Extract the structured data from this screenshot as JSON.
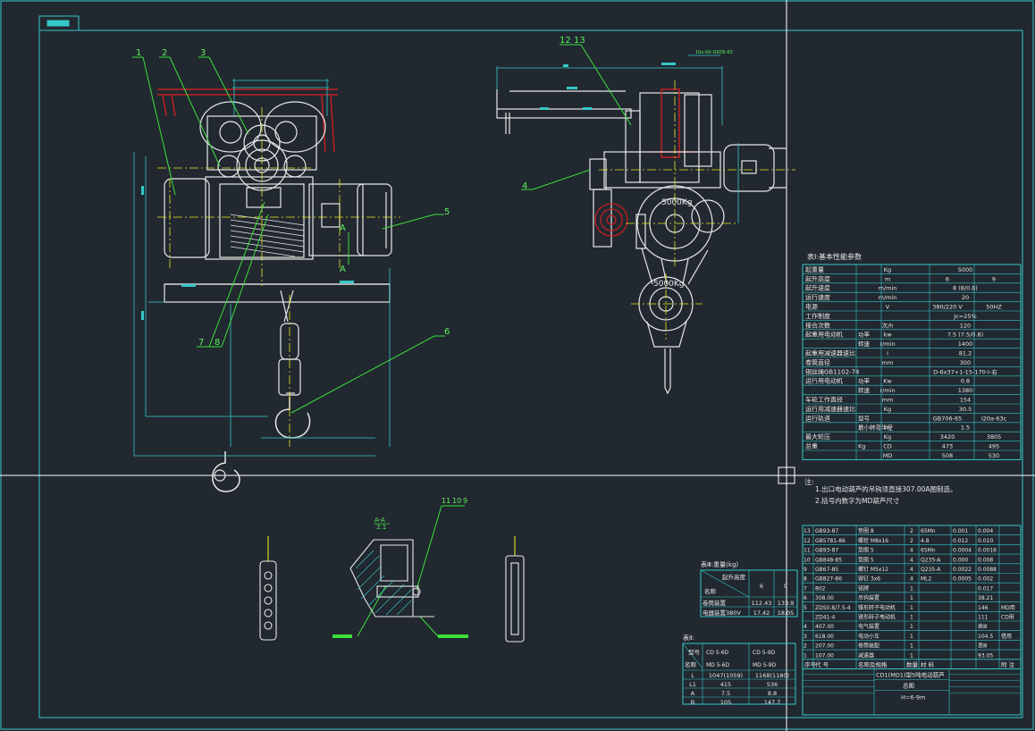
{
  "colors": {
    "background": "#212830",
    "frame": "#35c8c8",
    "geometry": "#e8e8e8",
    "leader": "#3ce03c",
    "centerline": "#e8e820",
    "rail": "#c02020",
    "dimension": "#35c8c8",
    "cursor": "#ffffff"
  },
  "drawing": {
    "balloons": [
      "1",
      "2",
      "3",
      "4",
      "5",
      "6",
      "7",
      "8",
      "12",
      "13",
      "11",
      "10",
      "9"
    ],
    "section_label": "A",
    "section_title": "A-A",
    "section_scale": "2:1",
    "load_label_upper": "5000Kg",
    "load_label_lower": "5000Kg",
    "top_note": "10x-60-G6D6-60"
  },
  "table1": {
    "title": "表Ⅰ:基本性能参数",
    "rows": [
      [
        "起重量",
        "",
        "Kg",
        "5000",
        ""
      ],
      [
        "起升高度",
        "",
        "m",
        "6",
        "9"
      ],
      [
        "起升速度",
        "",
        "m/min",
        "8 (8/0.8)",
        ""
      ],
      [
        "运行速度",
        "",
        "m/min",
        "20",
        ""
      ],
      [
        "电源",
        "",
        "V",
        "380/220 V",
        "50HZ"
      ],
      [
        "工作制度",
        "",
        "",
        "Jc=25%",
        ""
      ],
      [
        "接合次数",
        "",
        "次/h",
        "120",
        ""
      ],
      [
        "起重用电动机",
        "功率",
        "kw",
        "7.5 (7.5/0.8)",
        ""
      ],
      [
        "",
        "转速",
        "r/min",
        "1400",
        ""
      ],
      [
        "起重用减速器速比",
        "",
        "i",
        "81.2",
        ""
      ],
      [
        "卷筒直径",
        "",
        "mm",
        "300",
        ""
      ],
      [
        "钢丝绳GB1102-74",
        "",
        "",
        "D-6x37+1-15-170-Ⅰ-右",
        ""
      ],
      [
        "运行用电动机",
        "功率",
        "Kw",
        "0.8",
        ""
      ],
      [
        "",
        "转速",
        "r/min",
        "1380",
        ""
      ],
      [
        "车轮工作直径",
        "",
        "mm",
        "154",
        ""
      ],
      [
        "运行用减速器速比",
        "",
        "Kg",
        "30.5",
        ""
      ],
      [
        "运行轨道",
        "型号",
        "",
        "GB706-65",
        "Ⅰ20a-63c"
      ],
      [
        "",
        "最小转弯半径",
        "m",
        "1.5",
        ""
      ],
      [
        "最大轮压",
        "",
        "Kg",
        "3420",
        "3805"
      ],
      [
        "总重",
        "Kg",
        "CD",
        "473",
        "495"
      ],
      [
        "",
        "",
        "MD",
        "508",
        "530"
      ]
    ]
  },
  "notes": {
    "title": "注:",
    "items": [
      "1.出口电动葫芦的吊钩须直接307.00A图制造。",
      "2.括号内数字为MD葫芦尺寸"
    ]
  },
  "parts_list": {
    "rows": [
      [
        "13",
        "GB93-87",
        "垫圈 8",
        "2",
        "65Mn",
        "0.001",
        "0.004",
        ""
      ],
      [
        "12",
        "GB5781-86",
        "螺栓 M8x16",
        "2",
        "4.8",
        "0.012",
        "0.010",
        ""
      ],
      [
        "11",
        "GB93-87",
        "垫圈 5",
        "4",
        "65Mn",
        "0.0004",
        "0.0016",
        ""
      ],
      [
        "10",
        "GB848-85",
        "垫圈 5",
        "4",
        "Q235-A",
        "0.000",
        "0.008",
        ""
      ],
      [
        "9",
        "GB67-85",
        "螺钉 M5x12",
        "4",
        "Q235-A",
        "0.0022",
        "0.0088",
        ""
      ],
      [
        "8",
        "GB827-86",
        "铆钉 3x6",
        "4",
        "ML2",
        "0.0005",
        "0.002",
        ""
      ],
      [
        "7",
        "802",
        "铭牌",
        "1",
        "",
        "",
        "0.017",
        ""
      ],
      [
        "6",
        "308.00",
        "吊钩装置",
        "1",
        "",
        "",
        "38.21",
        ""
      ],
      [
        "5",
        "ZDS0.8/7.5-4",
        "锥形转子电动机",
        "1",
        "",
        "",
        "146",
        "MD用"
      ],
      [
        "",
        "ZD41-4",
        "锥形转子电动机",
        "1",
        "",
        "",
        "111",
        "CD用"
      ],
      [
        "4",
        "407.00",
        "电气装置",
        "1",
        "",
        "",
        "表Ⅲ",
        ""
      ],
      [
        "3",
        "618.00",
        "电动小车",
        "1",
        "",
        "",
        "104.5",
        "借用"
      ],
      [
        "2",
        "207.00",
        "卷筒装配",
        "1",
        "",
        "",
        "表Ⅲ",
        ""
      ],
      [
        "1",
        "107.00",
        "减速器",
        "1",
        "",
        "",
        "93.05",
        ""
      ]
    ],
    "header": [
      "序号",
      "代  号",
      "名称及规格",
      "数量",
      "材 料",
      "",
      "",
      "附 注"
    ],
    "title_main": "CD1(MD1)型5吨电动葫芦",
    "title_sub": "总图",
    "title_height": "H=6-9m"
  },
  "table2": {
    "title": "表Ⅱ:",
    "header_row1": [
      "",
      "CD 5-6D",
      "CD 5-9D"
    ],
    "header_row2": [
      "名称",
      "MD 5-6D",
      "MD 5-9D"
    ],
    "rows": [
      [
        "L",
        "1047(1059)",
        "1168(1180)"
      ],
      [
        "L1",
        "415",
        "536"
      ],
      [
        "A",
        "7.5",
        "8.8"
      ],
      [
        "B",
        "105",
        "147.7"
      ]
    ],
    "corner": "型号"
  },
  "table3": {
    "title": "表Ⅲ:重量(kg)",
    "header": [
      "起升高度",
      "6",
      "9"
    ],
    "name_label": "名称",
    "rows": [
      [
        "卷筒装置",
        "112.43",
        "133.9"
      ],
      [
        "电器装置380V",
        "17.42",
        "18.05"
      ]
    ]
  }
}
